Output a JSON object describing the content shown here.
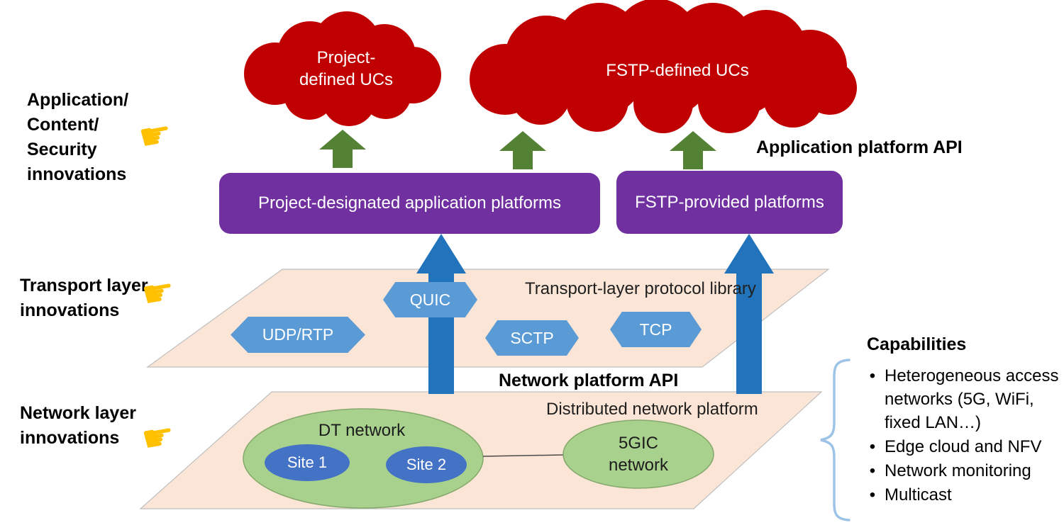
{
  "left_annotations": {
    "application": "Application/\nContent/\nSecurity\ninnovations",
    "transport": "Transport layer\ninnovations",
    "network": "Network layer\ninnovations"
  },
  "icons": {
    "pointing_hand": "☛"
  },
  "clouds": {
    "project_label": "Project-\ndefined UCs",
    "fstp_label": "FSTP-defined UCs"
  },
  "api_labels": {
    "application": "Application platform API",
    "network": "Network platform API"
  },
  "platforms": {
    "project": "Project-designated application platforms",
    "fstp": "FSTP-provided platforms"
  },
  "transport_layer": {
    "title": "Transport-layer protocol library",
    "protocols": [
      "UDP/RTP",
      "QUIC",
      "SCTP",
      "TCP"
    ]
  },
  "network_layer": {
    "title": "Distributed network platform",
    "dt_label": "DT network",
    "sites": [
      "Site 1",
      "Site 2"
    ],
    "gic_label": "5GIC\nnetwork"
  },
  "capabilities": {
    "title": "Capabilities",
    "bullet": "•",
    "items": [
      "Heterogeneous access networks (5G, WiFi, fixed LAN…)",
      "Edge cloud and NFV",
      "Network monitoring",
      "Multicast"
    ]
  },
  "colors": {
    "cloud_red": "#C00000",
    "arrow_green": "#548235",
    "platform_purple": "#7030A0",
    "arrow_blue": "#2173BC",
    "plane_fill": "#FBE5D6",
    "plane_border": "#BFBFBF",
    "hexagon_blue": "#5B9BD5",
    "ellipse_green": "#A9D18E",
    "site_blue": "#4472C4",
    "brace_blue": "#9DC3E6",
    "hand_yellow": "#FFC000"
  }
}
